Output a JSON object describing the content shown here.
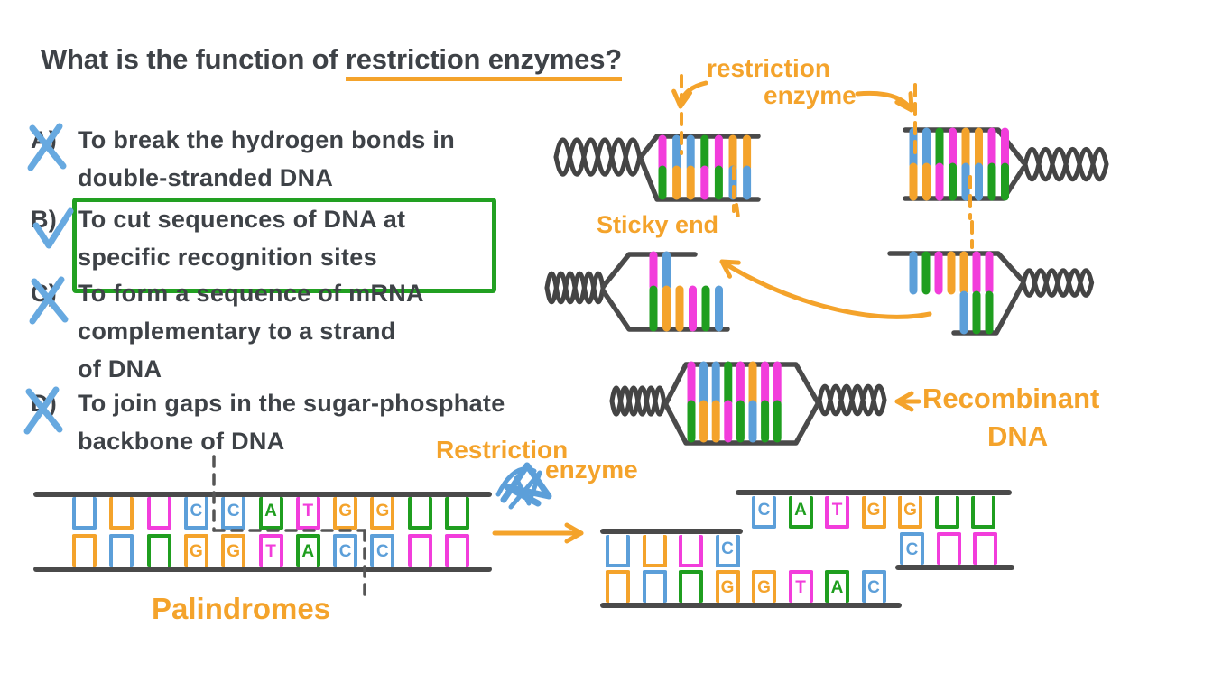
{
  "colors": {
    "orange": "#F4A32B",
    "blue": "#5C9FD9",
    "green": "#1F9E1F",
    "magenta": "#F23DDB",
    "strand": "#4A4A4A",
    "ink": "#3E4247",
    "mark_blue": "#67A9E0",
    "correct_box_green": "#22A022"
  },
  "title": {
    "prefix": "What is the function of",
    "highlight": "restriction enzymes?"
  },
  "options": [
    {
      "label": "A)",
      "text": "To break the hydrogen bonds in\ndouble-stranded DNA",
      "mark": "cross"
    },
    {
      "label": "B)",
      "text": "To cut sequences of DNA at\nspecific recognition sites",
      "mark": "check",
      "correct": true
    },
    {
      "label": "C)",
      "text": "To form a sequence of mRNA\ncomplementary to a strand\nof DNA",
      "mark": "cross"
    },
    {
      "label": "D)",
      "text": "To join gaps in the sugar-phosphate\nbackbone of DNA",
      "mark": "cross"
    }
  ],
  "annotations": {
    "restriction_enzyme_top": {
      "line1": "restriction",
      "line2": "enzyme"
    },
    "sticky_end": "Sticky end",
    "recombinant_dna": {
      "line1": "Recombinant",
      "line2": "DNA"
    },
    "restriction_enzyme_bottom": {
      "line1": "Restriction",
      "line2": "enzyme"
    },
    "palindromes": "Palindromes"
  },
  "recognition_site": {
    "top_strand": "CCATGG",
    "bottom_strand": "GGTACC"
  },
  "dna_diagrams": {
    "top_left": {
      "top_bars": [
        "magenta",
        "blue",
        "blue",
        "green",
        "magenta",
        "orange",
        "orange"
      ],
      "bottom_bars": [
        "green",
        "orange",
        "orange",
        "magenta",
        "green",
        "blue",
        "blue"
      ]
    },
    "top_right": {
      "top_bars": [
        "blue",
        "blue",
        "green",
        "magenta",
        "orange",
        "orange",
        "magenta",
        "magenta"
      ],
      "bottom_bars": [
        "orange",
        "orange",
        "magenta",
        "green",
        "blue",
        "blue",
        "green",
        "green"
      ]
    },
    "mid_left": {
      "top_bars": [
        "magenta",
        "blue"
      ],
      "bottom_bars": [
        "green",
        "orange",
        "orange",
        "magenta",
        "green",
        "blue"
      ]
    },
    "mid_right": {
      "top_bars": [
        "blue",
        "green",
        "magenta",
        "orange",
        "orange",
        "magenta",
        "magenta"
      ],
      "bottom_bars": [
        "blue",
        "green",
        "green"
      ]
    },
    "recombinant": {
      "top_bars": [
        "magenta",
        "blue",
        "blue",
        "green",
        "magenta",
        "orange",
        "magenta",
        "magenta"
      ],
      "bottom_bars": [
        "green",
        "orange",
        "orange",
        "magenta",
        "green",
        "blue",
        "green",
        "green"
      ]
    }
  },
  "palindrome_diagram": {
    "top_row": [
      {
        "c": "blue"
      },
      {
        "c": "orange"
      },
      {
        "c": "magenta"
      },
      {
        "c": "blue",
        "l": "C"
      },
      {
        "c": "blue",
        "l": "C"
      },
      {
        "c": "green",
        "l": "A"
      },
      {
        "c": "magenta",
        "l": "T"
      },
      {
        "c": "orange",
        "l": "G"
      },
      {
        "c": "orange",
        "l": "G"
      },
      {
        "c": "green"
      },
      {
        "c": "green"
      }
    ],
    "bottom_row": [
      {
        "c": "orange"
      },
      {
        "c": "blue"
      },
      {
        "c": "green"
      },
      {
        "c": "orange",
        "l": "G"
      },
      {
        "c": "orange",
        "l": "G"
      },
      {
        "c": "magenta",
        "l": "T"
      },
      {
        "c": "green",
        "l": "A"
      },
      {
        "c": "blue",
        "l": "C"
      },
      {
        "c": "blue",
        "l": "C"
      },
      {
        "c": "magenta"
      },
      {
        "c": "magenta"
      }
    ]
  },
  "result_diagram": {
    "left_fragment": {
      "top_row": [
        {
          "c": "blue"
        },
        {
          "c": "orange"
        },
        {
          "c": "magenta"
        },
        {
          "c": "blue",
          "l": "C"
        }
      ],
      "bottom_row": [
        {
          "c": "orange"
        },
        {
          "c": "blue"
        },
        {
          "c": "green"
        },
        {
          "c": "orange",
          "l": "G"
        },
        {
          "c": "orange",
          "l": "G"
        },
        {
          "c": "magenta",
          "l": "T"
        },
        {
          "c": "green",
          "l": "A"
        },
        {
          "c": "blue",
          "l": "C"
        }
      ]
    },
    "right_fragment": {
      "top_row": [
        {
          "c": "blue",
          "l": "C"
        },
        {
          "c": "green",
          "l": "A"
        },
        {
          "c": "magenta",
          "l": "T"
        },
        {
          "c": "orange",
          "l": "G"
        },
        {
          "c": "orange",
          "l": "G"
        },
        {
          "c": "green"
        },
        {
          "c": "green"
        }
      ],
      "bottom_row": [
        {
          "c": "blue",
          "l": "C"
        },
        {
          "c": "magenta"
        },
        {
          "c": "magenta"
        }
      ]
    }
  }
}
